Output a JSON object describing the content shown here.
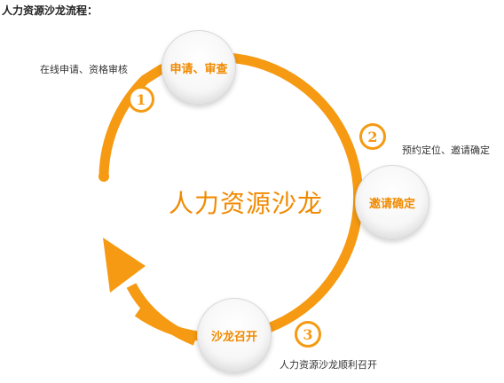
{
  "heading": "人力资源沙龙流程：",
  "center_title": "人力资源沙龙",
  "steps": [
    {
      "node_label": "申请、审查",
      "badge": "1",
      "note": "在线申请、资格审核"
    },
    {
      "node_label": "邀请确定",
      "badge": "2",
      "note": "预约定位、邀请确定"
    },
    {
      "node_label": "沙龙召开",
      "badge": "3",
      "note": "人力资源沙龙顺利召开"
    }
  ],
  "colors": {
    "accent": "#f59a12",
    "text": "#f08a00"
  }
}
